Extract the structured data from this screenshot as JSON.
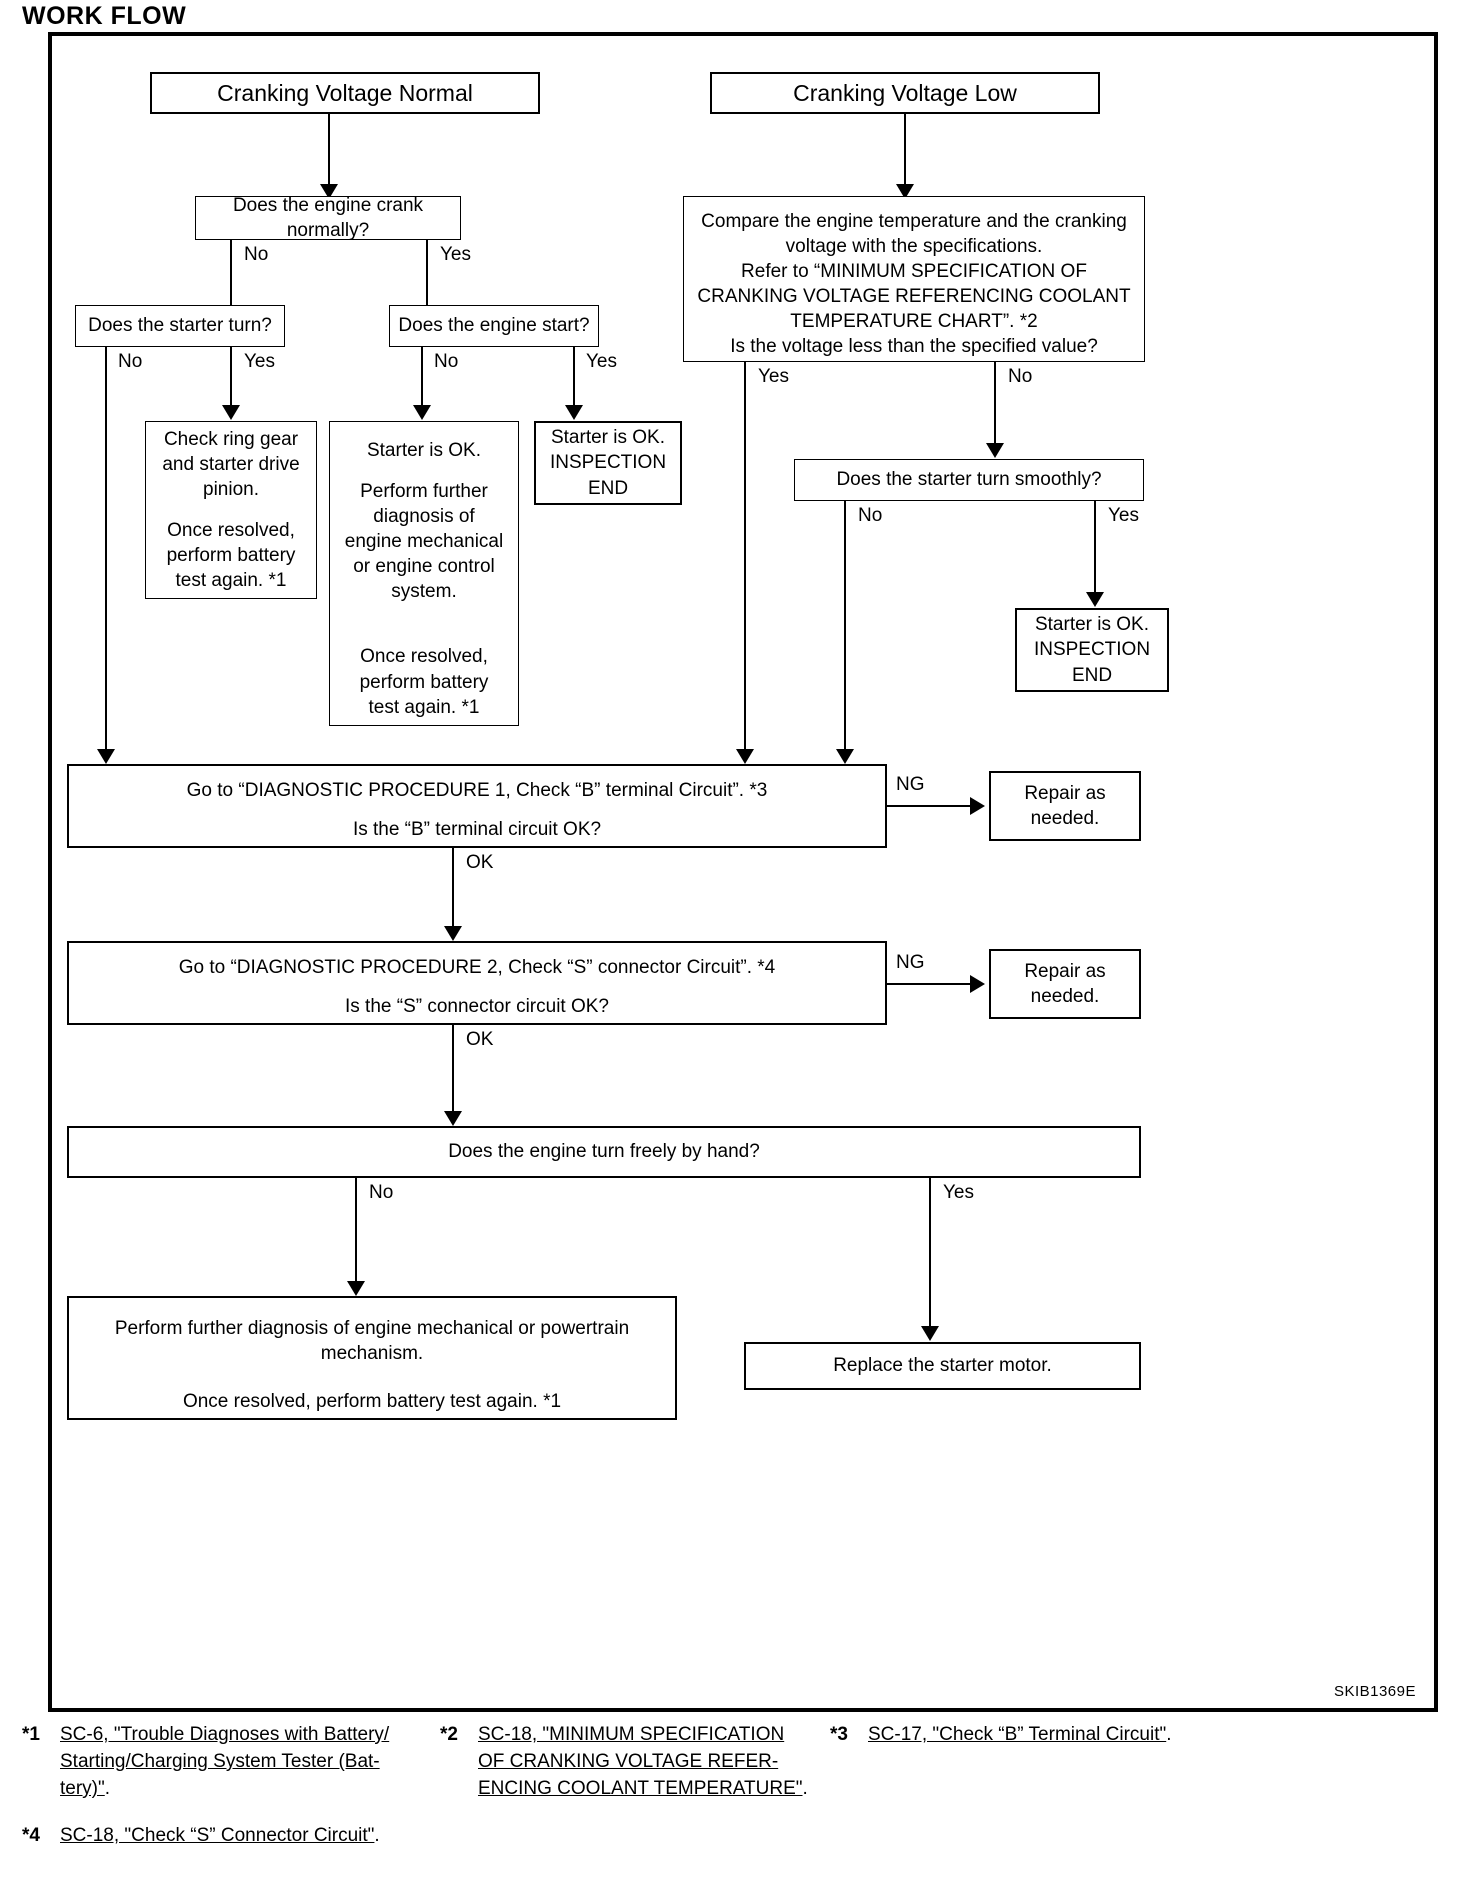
{
  "page": {
    "title": "WORK FLOW",
    "diagram_code": "SKIB1369E"
  },
  "nodes": {
    "cranking_voltage_normal": "Cranking Voltage Normal",
    "cranking_voltage_low": "Cranking Voltage Low",
    "engine_crank_normally": "Does the engine crank normally?",
    "starter_turn": "Does the starter turn?",
    "engine_start": "Does the engine start?",
    "compare_temp_line1": "Compare the engine temperature and the cranking",
    "compare_temp_line2": "voltage with the specifications.",
    "compare_temp_line3": "Refer to “MINIMUM SPECIFICATION OF",
    "compare_temp_line4": "CRANKING VOLTAGE REFERENCING COOLANT",
    "compare_temp_line5": "TEMPERATURE CHART”. *2",
    "compare_temp_question": "Is the voltage less than the specified value?",
    "check_ring_gear_line1": "Check ring gear",
    "check_ring_gear_line2": "and starter drive",
    "check_ring_gear_line3": "pinion.",
    "check_ring_gear_line4": "Once resolved,",
    "check_ring_gear_line5": "perform battery",
    "check_ring_gear_line6": "test again. *1",
    "starter_ok_diag_line1": "Starter is OK.",
    "starter_ok_diag_line2": "Perform further",
    "starter_ok_diag_line3": "diagnosis of",
    "starter_ok_diag_line4": "engine mechanical",
    "starter_ok_diag_line5": "or engine control",
    "starter_ok_diag_line6": "system.",
    "starter_ok_diag_line7": "Once resolved,",
    "starter_ok_diag_line8": "perform battery",
    "starter_ok_diag_line9": "test again. *1",
    "starter_ok_end_line1": "Starter is OK.",
    "starter_ok_end_line2": "INSPECTION",
    "starter_ok_end_line3": "END",
    "starter_turn_smoothly": "Does the starter turn smoothly?",
    "starter_ok_end2_line1": "Starter is OK.",
    "starter_ok_end2_line2": "INSPECTION",
    "starter_ok_end2_line3": "END",
    "diag_proc_1_line1": "Go to “DIAGNOSTIC PROCEDURE 1, Check “B” terminal Circuit”. *3",
    "diag_proc_1_line2": "Is the “B” terminal circuit OK?",
    "repair_as_needed_1_line1": "Repair as",
    "repair_as_needed_1_line2": "needed.",
    "diag_proc_2_line1": "Go to “DIAGNOSTIC PROCEDURE 2, Check “S” connector Circuit”. *4",
    "diag_proc_2_line2": "Is the “S” connector circuit OK?",
    "repair_as_needed_2_line1": "Repair as",
    "repair_as_needed_2_line2": "needed.",
    "engine_turn_freely": "Does the engine turn freely by hand?",
    "perform_further_line1": "Perform further diagnosis of engine mechanical or powertrain",
    "perform_further_line2": "mechanism.",
    "perform_further_line3": "Once resolved, perform battery test again. *1",
    "replace_starter_motor": "Replace the starter motor."
  },
  "edge_labels": {
    "crank_no": "No",
    "crank_yes": "Yes",
    "starter_turn_no": "No",
    "starter_turn_yes": "Yes",
    "engine_start_no": "No",
    "engine_start_yes": "Yes",
    "voltage_yes": "Yes",
    "voltage_no": "No",
    "smooth_no": "No",
    "smooth_yes": "Yes",
    "dp1_ng": "NG",
    "dp1_ok": "OK",
    "dp2_ng": "NG",
    "dp2_ok": "OK",
    "turn_freely_no": "No",
    "turn_freely_yes": "Yes"
  },
  "footnotes": [
    {
      "mark": "*1",
      "link": "SC-6, \"Trouble Diagnoses with Battery/ Starting/Charging System Tester (Bat- tery)\"",
      "line1": "SC-6, \"Trouble Diagnoses with Battery/",
      "line2": "Starting/Charging System Tester (Bat-",
      "line3": "tery)\"",
      "tail": "."
    },
    {
      "mark": "*2",
      "link": "SC-18, \"MINIMUM SPECIFICATION OF CRANKING VOLTAGE REFER- ENCING COOLANT TEMPERATURE\"",
      "line1": "SC-18, \"MINIMUM SPECIFICATION",
      "line2": "OF CRANKING VOLTAGE REFER-",
      "line3": "ENCING COOLANT TEMPERATURE\"",
      "tail": "."
    },
    {
      "mark": "*3",
      "link": "SC-17, \"Check “B” Terminal Circuit\"",
      "line1": "SC-17, \"Check “B” Terminal Circuit\"",
      "line2": "",
      "line3": "",
      "tail": "."
    },
    {
      "mark": "*4",
      "link": "SC-18, \"Check “S” Connector Circuit\"",
      "line1": "SC-18, \"Check “S” Connector Circuit\"",
      "line2": "",
      "line3": "",
      "tail": "."
    }
  ]
}
